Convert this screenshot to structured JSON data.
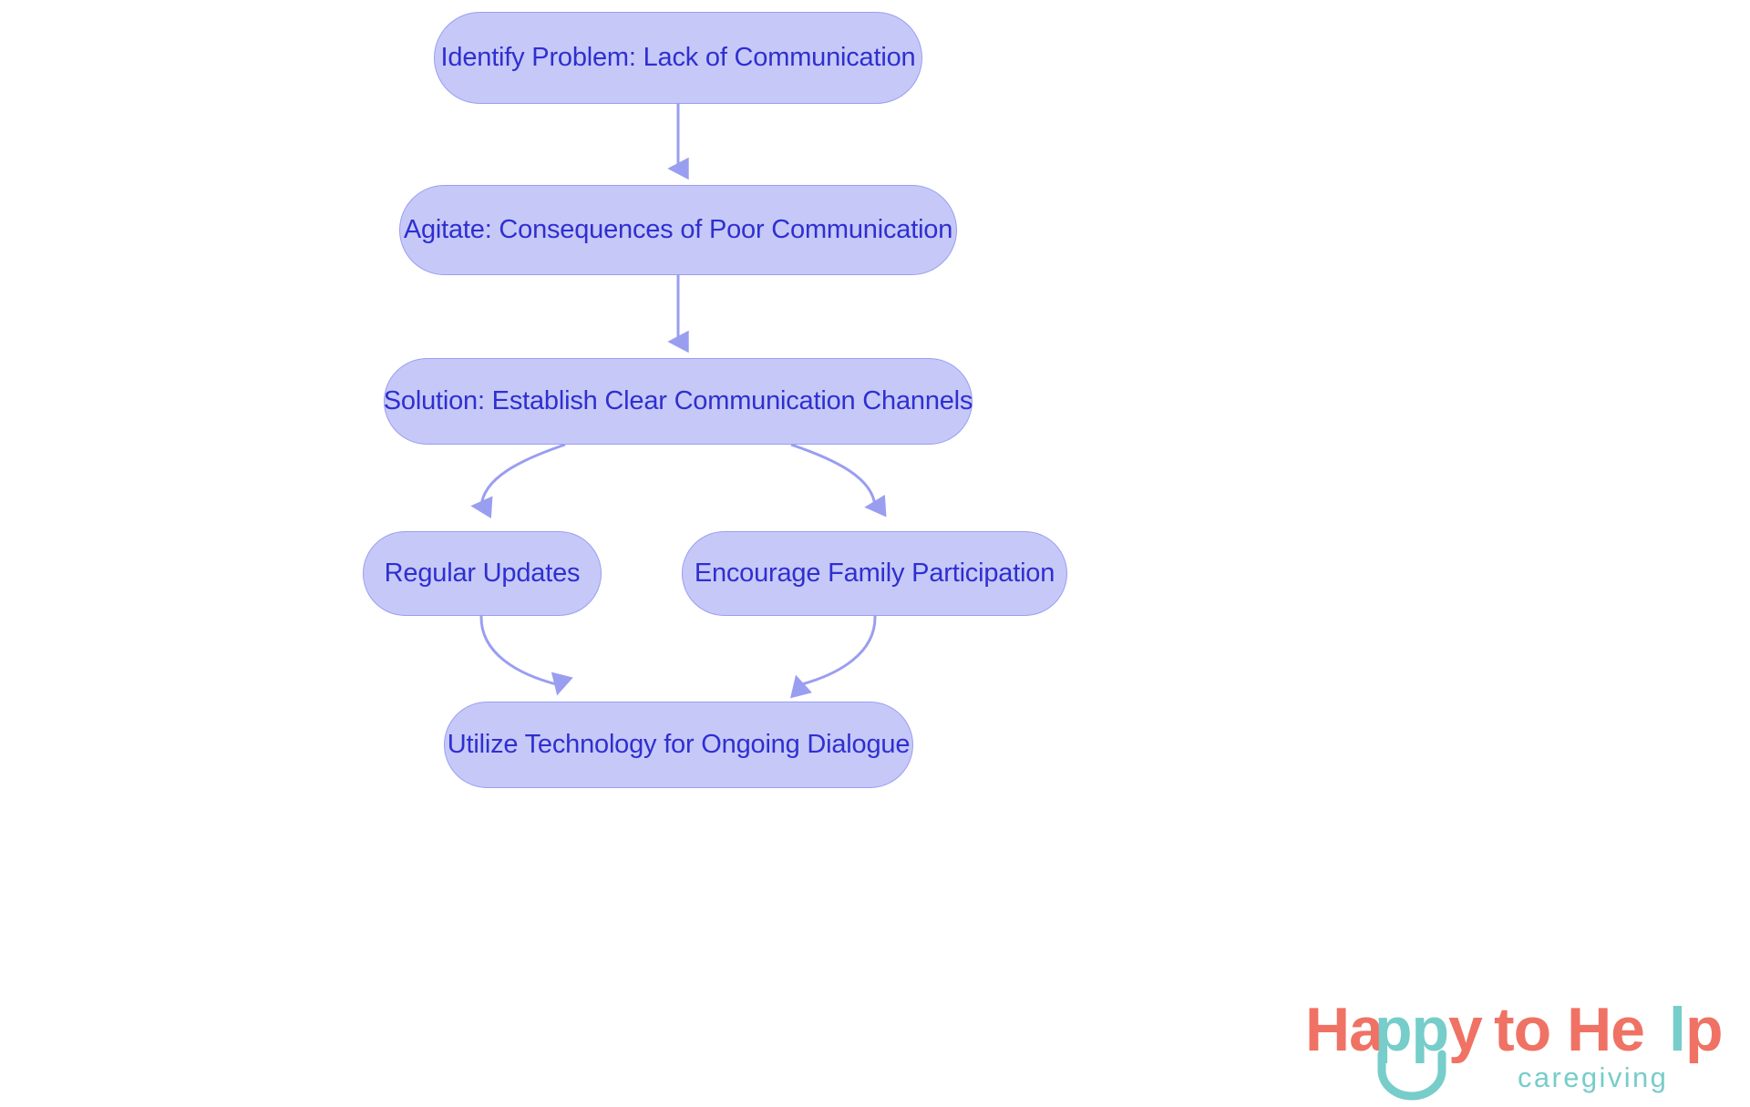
{
  "diagram": {
    "type": "flowchart",
    "orientation": "top-to-bottom",
    "background_color": "#ffffff",
    "node_fill_color": "#c6c9f8",
    "node_border_color": "#9a9ef0",
    "node_text_color": "#2f2fd0",
    "edge_color": "#9a9ef0",
    "nodes": [
      {
        "id": "identify",
        "label": "Identify Problem: Lack of Communication"
      },
      {
        "id": "agitate",
        "label": "Agitate: Consequences of Poor Communication"
      },
      {
        "id": "solution",
        "label": "Solution: Establish Clear Communication Channels"
      },
      {
        "id": "regular",
        "label": "Regular Updates"
      },
      {
        "id": "encourage",
        "label": "Encourage Family Participation"
      },
      {
        "id": "utilize",
        "label": "Utilize Technology for Ongoing Dialogue"
      }
    ],
    "edges": [
      {
        "from": "identify",
        "to": "agitate",
        "style": "straight-arrow"
      },
      {
        "from": "agitate",
        "to": "solution",
        "style": "straight-arrow"
      },
      {
        "from": "solution",
        "to": "regular",
        "style": "curved-arrow"
      },
      {
        "from": "solution",
        "to": "encourage",
        "style": "curved-arrow"
      },
      {
        "from": "regular",
        "to": "utilize",
        "style": "curved-arrow"
      },
      {
        "from": "encourage",
        "to": "utilize",
        "style": "curved-arrow"
      }
    ]
  },
  "brand": {
    "name_part_1": "Ha",
    "name_part_2": "pp",
    "name_part_3": "y",
    "name_part_4": "to He",
    "name_part_5": "l",
    "name_part_6": "p",
    "full_name": "Happy to Help",
    "tagline": "caregiving",
    "primary_color": "#ef7264",
    "secondary_color": "#76cdca"
  }
}
